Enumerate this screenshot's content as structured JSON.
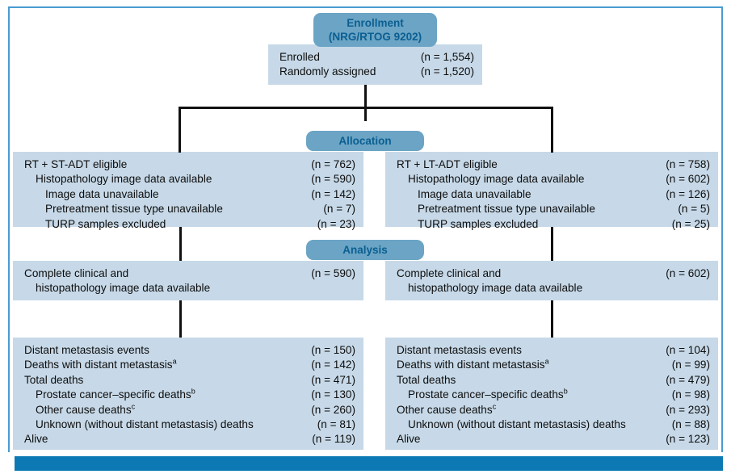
{
  "figure": {
    "accent_frame_color": "#4a9bd1",
    "bottom_bar_color": "#0c79b4",
    "box_fill_color": "#c7d9e8",
    "pill_fill_color": "#6ba4c4",
    "pill_text_color": "#0b5f92"
  },
  "sections": {
    "enrollment": {
      "title_line1": "Enrollment",
      "title_line2": "(NRG/RTOG 9202)"
    },
    "allocation": {
      "title": "Allocation"
    },
    "analysis": {
      "title": "Analysis"
    }
  },
  "enrollment_box": {
    "rows": [
      {
        "label": "Enrolled",
        "n": "(n = 1,554)"
      },
      {
        "label": "Randomly assigned",
        "n": "(n = 1,520)"
      }
    ]
  },
  "allocation_left": {
    "rows": [
      {
        "label": "RT + ST-ADT eligible",
        "n": "(n = 762)"
      },
      {
        "label": "Histopathology image data available",
        "n": "(n = 590)"
      },
      {
        "label": "Image data unavailable",
        "n": "(n = 142)"
      },
      {
        "label": "Pretreatment tissue type unavailable",
        "n": "(n = 7)"
      },
      {
        "label": "TURP samples excluded",
        "n": "(n = 23)"
      }
    ]
  },
  "allocation_right": {
    "rows": [
      {
        "label": "RT + LT-ADT eligible",
        "n": "(n = 758)"
      },
      {
        "label": "Histopathology image data available",
        "n": "(n = 602)"
      },
      {
        "label": "Image data unavailable",
        "n": "(n = 126)"
      },
      {
        "label": "Pretreatment tissue type unavailable",
        "n": "(n = 5)"
      },
      {
        "label": "TURP samples excluded",
        "n": "(n = 25)"
      }
    ]
  },
  "analysis_left": {
    "line1": "Complete clinical and",
    "line2": "histopathology image data available",
    "n": "(n = 590)"
  },
  "analysis_right": {
    "line1": "Complete clinical and",
    "line2": "histopathology image data available",
    "n": "(n = 602)"
  },
  "outcomes_left": {
    "rows": [
      {
        "label": "Distant metastasis events",
        "sup": "",
        "n": "(n = 150)"
      },
      {
        "label": "Deaths with distant metastasis",
        "sup": "a",
        "n": "(n = 142)"
      },
      {
        "label": "Total deaths",
        "sup": "",
        "n": "(n = 471)"
      },
      {
        "label": "Prostate cancer–specific deaths",
        "sup": "b",
        "n": "(n = 130)"
      },
      {
        "label": "Other cause deaths",
        "sup": "c",
        "n": "(n = 260)"
      },
      {
        "label": "Unknown (without distant metastasis) deaths",
        "sup": "",
        "n": "(n = 81)"
      },
      {
        "label": "Alive",
        "sup": "",
        "n": "(n = 119)"
      }
    ]
  },
  "outcomes_right": {
    "rows": [
      {
        "label": "Distant metastasis events",
        "sup": "",
        "n": "(n = 104)"
      },
      {
        "label": "Deaths with distant metastasis",
        "sup": "a",
        "n": "(n = 99)"
      },
      {
        "label": "Total deaths",
        "sup": "",
        "n": "(n = 479)"
      },
      {
        "label": "Prostate cancer–specific deaths",
        "sup": "b",
        "n": "(n = 98)"
      },
      {
        "label": "Other cause deaths",
        "sup": "c",
        "n": "(n = 293)"
      },
      {
        "label": "Unknown (without distant metastasis) deaths",
        "sup": "",
        "n": "(n = 88)"
      },
      {
        "label": "Alive",
        "sup": "",
        "n": "(n = 123)"
      }
    ]
  }
}
